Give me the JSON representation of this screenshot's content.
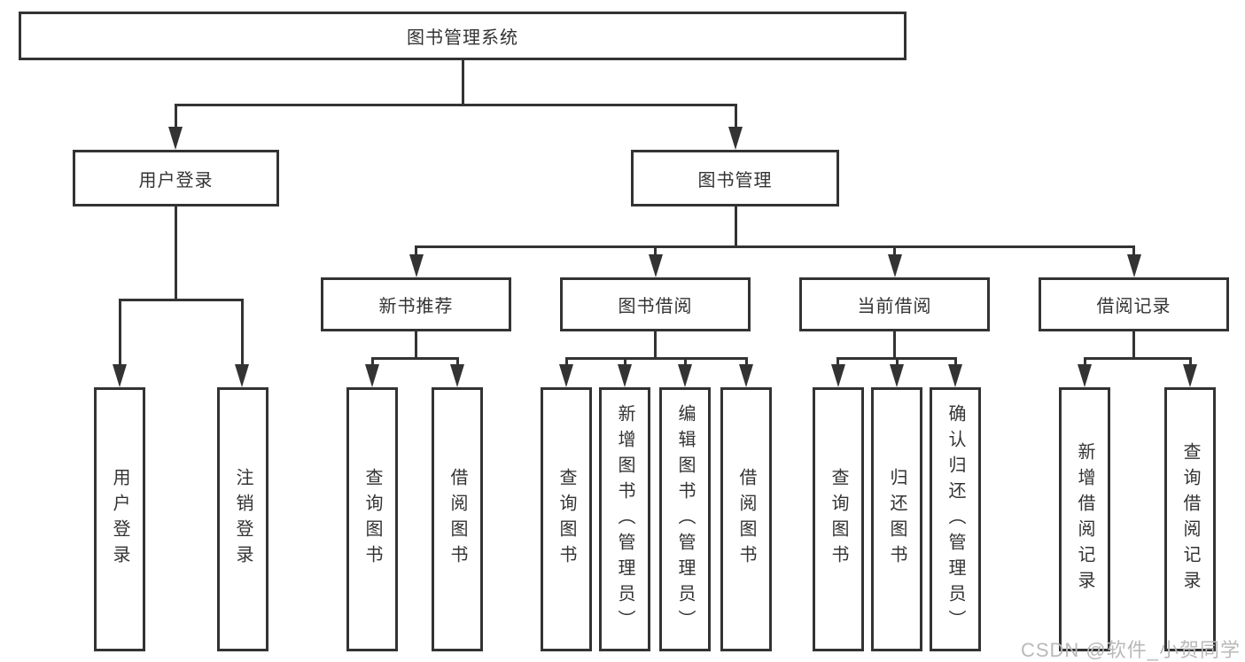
{
  "title": "图书管理系统",
  "watermark": "CSDN @软件_小贺同学",
  "colors": {
    "line": "#333333",
    "text": "#333333",
    "box_background": "#ffffff",
    "watermark": "#b9b9b9"
  },
  "tree": {
    "root": {
      "label": "图书管理系统",
      "children": [
        {
          "label": "用户登录",
          "children": [
            {
              "label": "用户登录"
            },
            {
              "label": "注销登录"
            }
          ]
        },
        {
          "label": "图书管理",
          "children": [
            {
              "label": "新书推荐",
              "children": [
                {
                  "label": "查询图书"
                },
                {
                  "label": "借阅图书"
                }
              ]
            },
            {
              "label": "图书借阅",
              "children": [
                {
                  "label": "查询图书"
                },
                {
                  "label": "新增图书（管理员）"
                },
                {
                  "label": "编辑图书（管理员）"
                },
                {
                  "label": "借阅图书"
                }
              ]
            },
            {
              "label": "当前借阅",
              "children": [
                {
                  "label": "查询图书"
                },
                {
                  "label": "归还图书"
                },
                {
                  "label": "确认归还（管理员）"
                }
              ]
            },
            {
              "label": "借阅记录",
              "children": [
                {
                  "label": "新增借阅记录"
                },
                {
                  "label": "查询借阅记录"
                }
              ]
            }
          ]
        }
      ]
    }
  }
}
